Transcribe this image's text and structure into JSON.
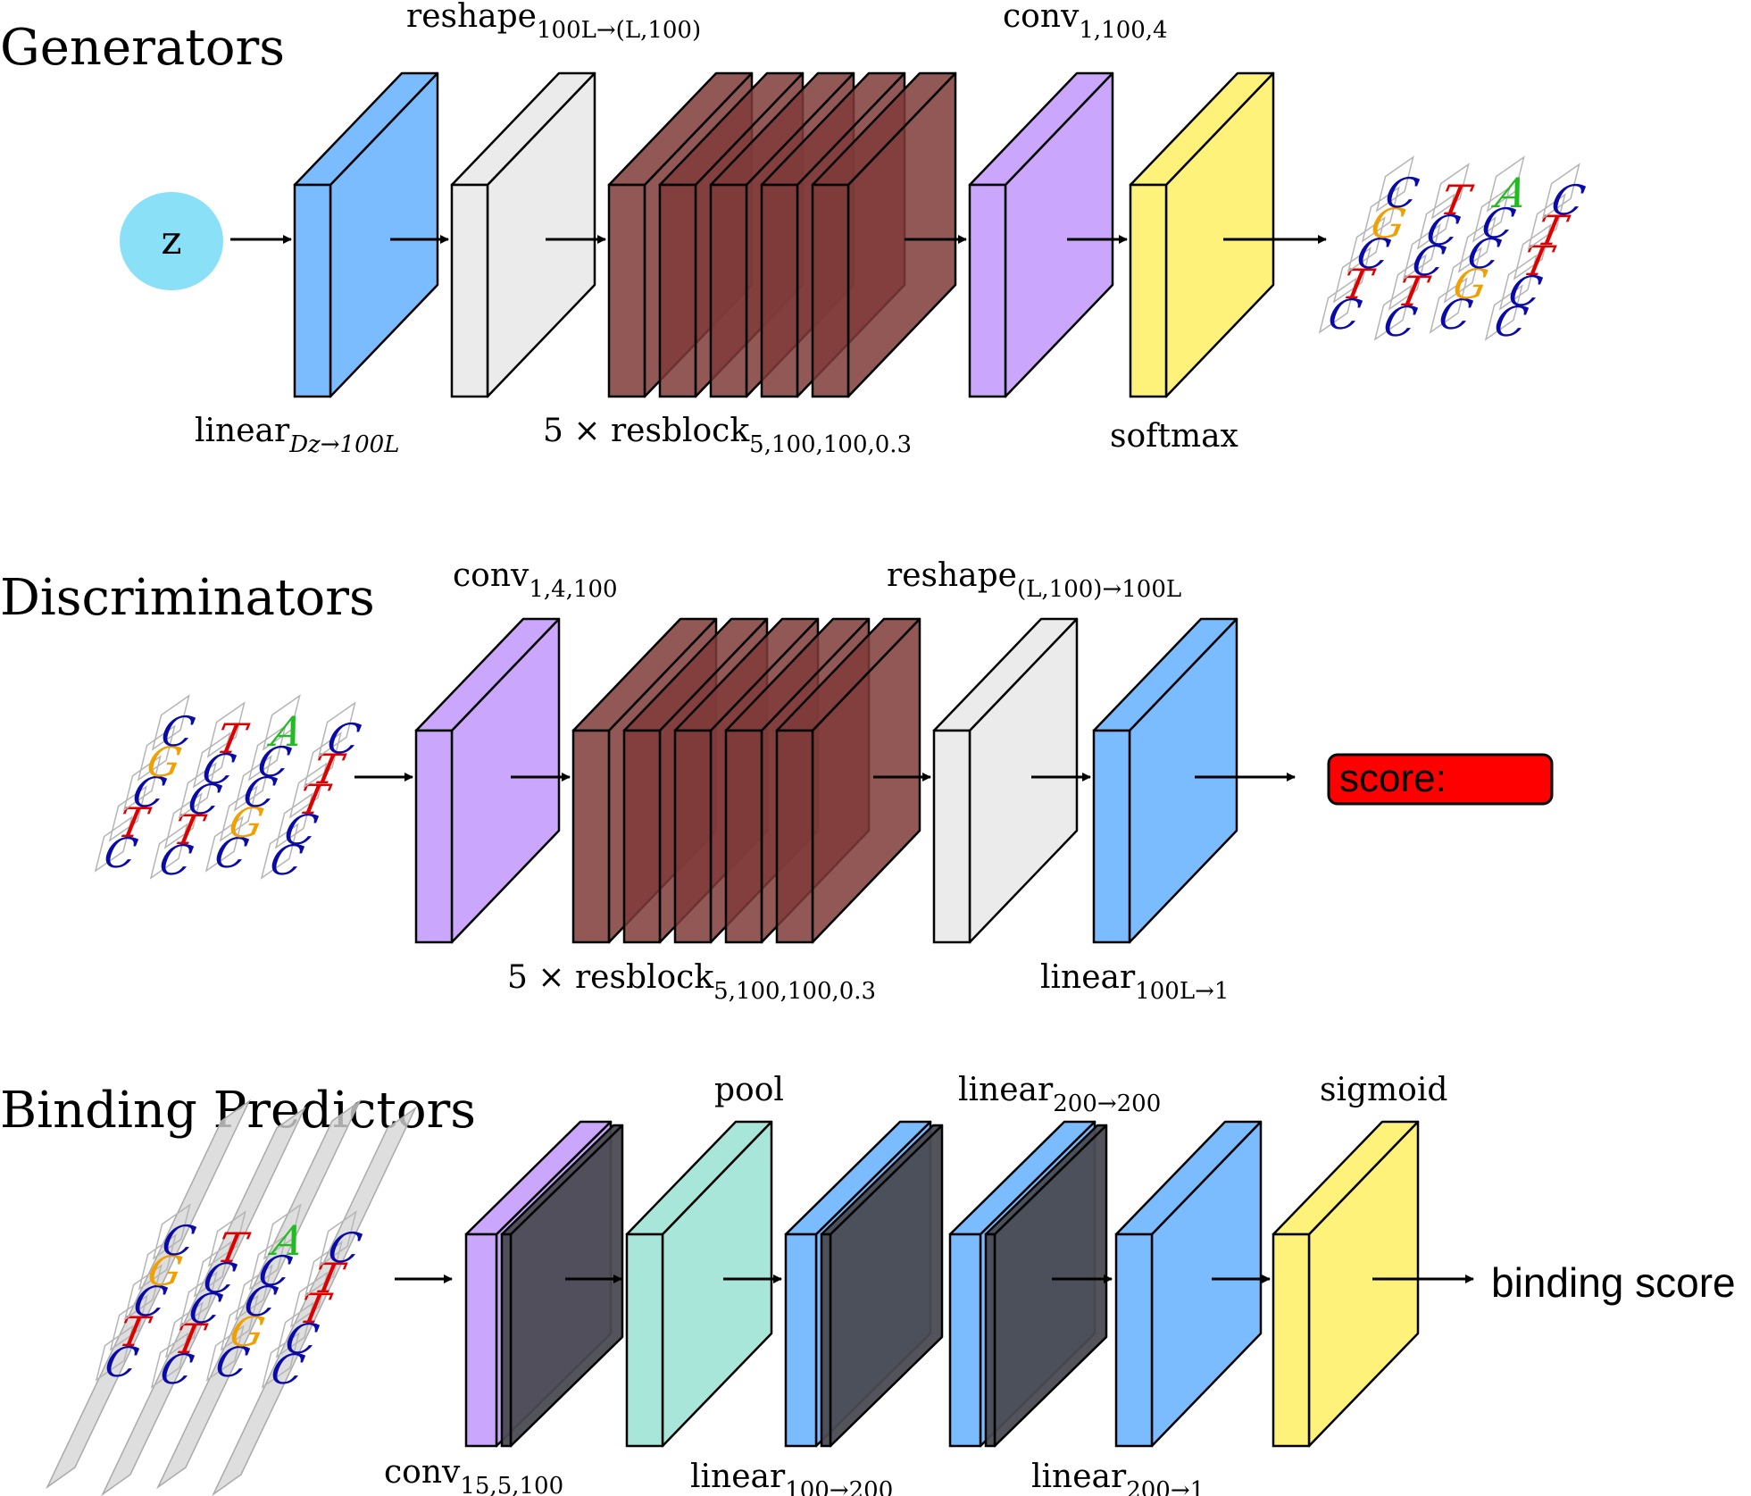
{
  "sections": {
    "generators": "Generators",
    "discriminators": "Discriminators",
    "binding": "Binding Predictors"
  },
  "latent": "z",
  "sequences": [
    {
      "text": "CTCGC"
    },
    {
      "text": "CTCCT"
    },
    {
      "text": "CGCCA"
    },
    {
      "text": "CCTTC"
    }
  ],
  "nucleotide_colors": {
    "A": "#22bb22",
    "C": "#0a0aa8",
    "G": "#f0a000",
    "T": "#dd0000"
  },
  "layer_colors": {
    "linear": "#7abcff",
    "reshape": "#ebebeb",
    "resblock": "#7f3b38",
    "conv": "#cba6fd",
    "softmax": "#fff27a",
    "pool": "#a9e6da",
    "activation_shadow": "#4a4a52"
  },
  "generator_labels": {
    "reshape": {
      "base": "reshape",
      "sub": "100L→(L,100)"
    },
    "conv": {
      "base": "conv",
      "sub": "1,100,4"
    },
    "linear": {
      "base": "linear",
      "sub": "Dz→100L"
    },
    "resblock": {
      "base": "5 × resblock",
      "sub": "5,100,100,0.3"
    },
    "softmax": "softmax"
  },
  "discriminator_labels": {
    "conv": {
      "base": "conv",
      "sub": "1,4,100"
    },
    "reshape": {
      "base": "reshape",
      "sub": "(L,100)→100L"
    },
    "resblock": {
      "base": "5 × resblock",
      "sub": "5,100,100,0.3"
    },
    "linear": {
      "base": "linear",
      "sub": "100L→1"
    },
    "score": "score:"
  },
  "binding_labels": {
    "pool": "pool",
    "linear_top": {
      "base": "linear",
      "sub": "200→200"
    },
    "sigmoid": "sigmoid",
    "conv": {
      "base": "conv",
      "sub": "15,5,100"
    },
    "linear_a": {
      "base": "linear",
      "sub": "100→200"
    },
    "linear_b": {
      "base": "linear",
      "sub": "200→1"
    },
    "output": "binding score"
  }
}
